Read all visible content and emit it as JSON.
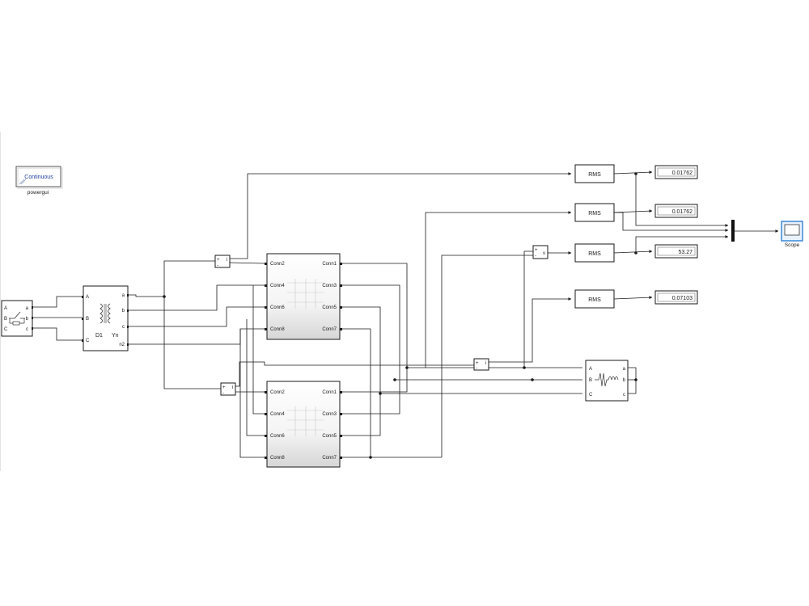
{
  "powergui": {
    "mode_label": "Continuous",
    "caption": "powergui"
  },
  "breaker": {
    "ports_in": [
      "A",
      "B",
      "C"
    ],
    "ports_out": [
      "a",
      "b",
      "c"
    ]
  },
  "transformer": {
    "ports_in": [
      "A",
      "B",
      "C"
    ],
    "ports_out": [
      "a",
      "b",
      "c",
      "n2"
    ],
    "winding_left": "D1",
    "winding_right": "Yn"
  },
  "subsystem_top": {
    "ports_left": [
      "Conn2",
      "Conn4",
      "Conn6",
      "Conn8"
    ],
    "ports_right": [
      "Conn1",
      "Conn3",
      "Conn5",
      "Conn7"
    ]
  },
  "subsystem_bottom": {
    "ports_left": [
      "Conn2",
      "Conn4",
      "Conn6",
      "Conn8"
    ],
    "ports_right": [
      "Conn1",
      "Conn3",
      "Conn5",
      "Conn7"
    ]
  },
  "current_meters": {
    "in_plus": "+",
    "in_minus": "-",
    "out": "i"
  },
  "voltage_meter": {
    "in_plus": "+",
    "in_minus": "-",
    "out": "v"
  },
  "load": {
    "ports_in": [
      "A",
      "B",
      "C"
    ],
    "ports_out": [
      "a",
      "b",
      "c"
    ]
  },
  "rms_blocks": {
    "label": "RMS"
  },
  "displays": [
    "0.01762",
    "0.01762",
    "53.27",
    "0.07103"
  ],
  "scope": {
    "caption": "Scope"
  },
  "colors": {
    "powergui_text": "#1f3c99",
    "scope_border": "#2f7fd4",
    "block_stroke": "#1a1a1a"
  }
}
